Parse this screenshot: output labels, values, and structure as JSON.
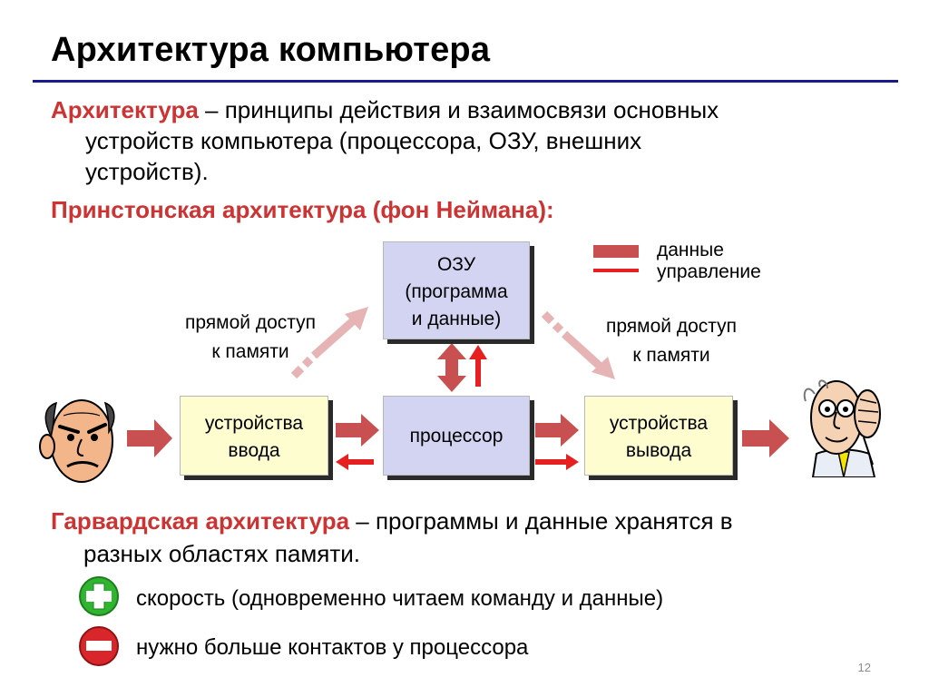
{
  "title": "Архитектура компьютера",
  "definition": {
    "term": "Архитектура",
    "line1": " – принципы действия и взаимосвязи основных",
    "line2": "устройств компьютера (процессора, ОЗУ, внешних",
    "line3": "устройств)."
  },
  "princeton_heading": "Принстонская архитектура (фон Неймана):",
  "diagram": {
    "ram": {
      "line1": "ОЗУ",
      "line2": "(программа",
      "line3": "и данные)"
    },
    "input": {
      "line1": "устройства",
      "line2": "ввода"
    },
    "processor": "процессор",
    "output": {
      "line1": "устройства",
      "line2": "вывода"
    },
    "dma_left": {
      "line1": "прямой доступ",
      "line2": "к памяти"
    },
    "dma_right": {
      "line1": "прямой доступ",
      "line2": "к памяти"
    },
    "legend": {
      "data": "данные",
      "control": "управление"
    },
    "colors": {
      "data_arrow": "#c85050",
      "control_arrow": "#e62020",
      "dma_arrow": "#e6b4b4",
      "box_blue": "#d3d3f2",
      "box_yellow": "#fdfdd0"
    },
    "icons": [
      "angry-man-icon",
      "listening-man-icon"
    ]
  },
  "harvard": {
    "term": "Гарвардская архитектура",
    "line1": " – программы и данные хранятся в",
    "line2": "разных областях памяти."
  },
  "pros": {
    "icon": "plus-icon",
    "text": "скорость (одновременно читаем команду и данные)"
  },
  "cons": {
    "icon": "minus-icon",
    "text": "нужно больше контактов у процессора"
  },
  "page_number": "12"
}
